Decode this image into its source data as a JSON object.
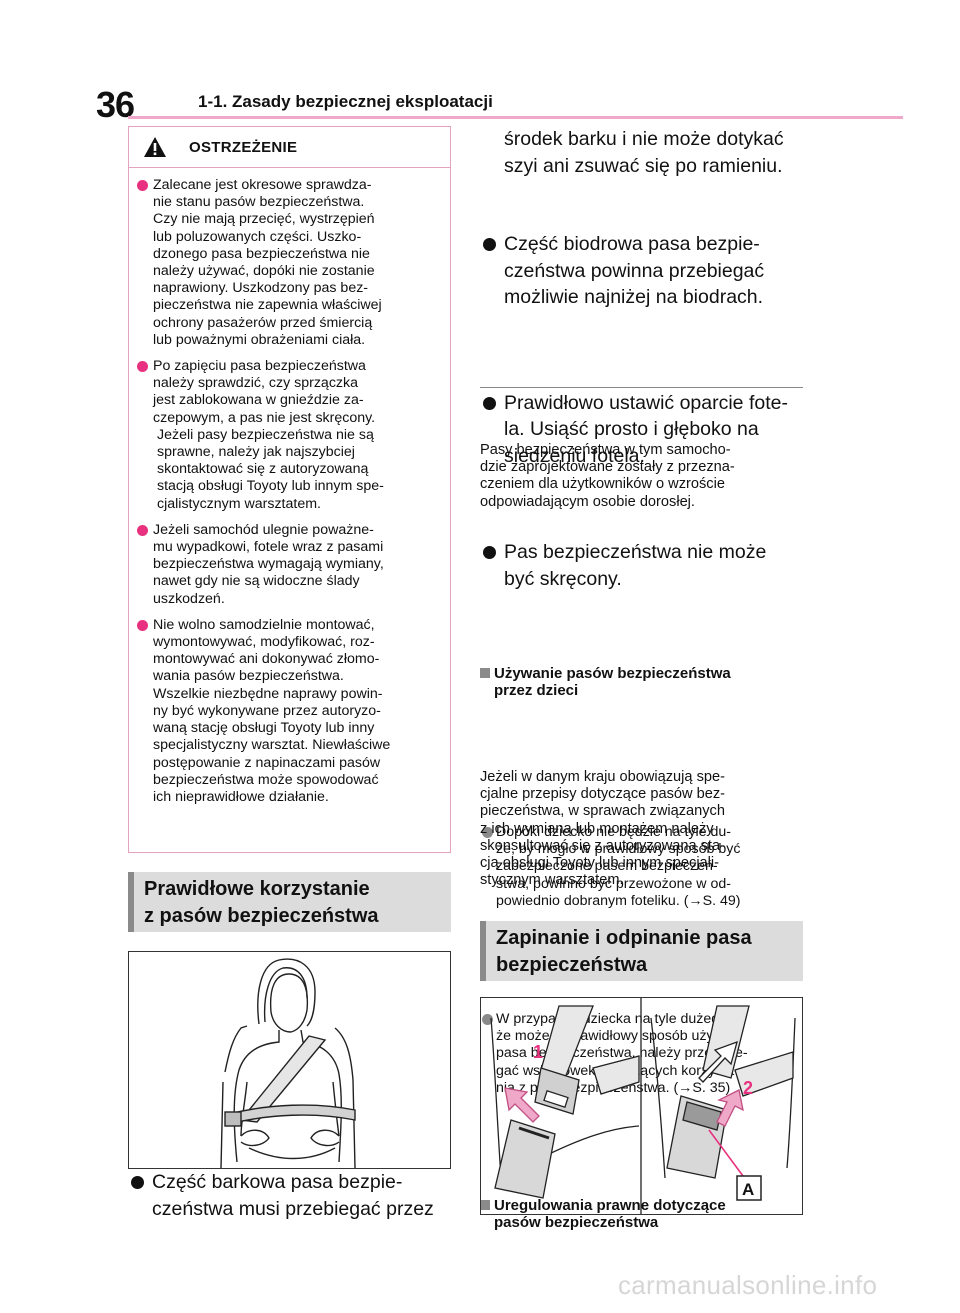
{
  "header": {
    "page_number": "36",
    "chapter_title": "1-1. Zasady bezpiecznej eksploatacji"
  },
  "warning": {
    "title": "OSTRZEŻENIE",
    "items": [
      {
        "lines": [
          "Zalecane jest okresowe sprawdza-",
          "nie stanu pasów bezpieczeństwa.",
          "Czy nie mają przecięć, wystrzępień",
          "lub poluzowanych części. Uszko-",
          "dzonego pasa bezpieczeństwa nie",
          "należy używać, dopóki nie zostanie",
          "naprawiony. Uszkodzony pas bez-",
          "pieczeństwa nie zapewnia właściwej",
          "ochrony pasażerów przed śmiercią",
          "lub poważnymi obrażeniami ciała."
        ]
      },
      {
        "lines": [
          "Po zapięciu pasa bezpieczeństwa",
          "należy sprawdzić, czy sprzączka",
          "jest zablokowana w gnieździe za-",
          "czepowym, a pas nie jest skręcony.",
          "Jeżeli pasy bezpieczeństwa nie są",
          "sprawne, należy jak najszybciej",
          "skontaktować się z autoryzowaną",
          "stacją obsługi Toyoty lub innym spe-",
          "cjalistycznym warsztatem."
        ]
      },
      {
        "lines": [
          "Jeżeli samochód ulegnie poważne-",
          "mu wypadkowi, fotele wraz z pasami",
          "bezpieczeństwa wymagają wymiany,",
          "nawet gdy nie są widoczne ślady",
          "uszkodzeń."
        ]
      },
      {
        "lines": [
          "Nie wolno samodzielnie montować,",
          "wymontowywać, modyfikować, roz-",
          "montowywać ani dokonywać złomo-",
          "wania pasów bezpieczeństwa.",
          "Wszelkie niezbędne naprawy powin-",
          "ny być wykonywane przez autoryzo-",
          "waną stację obsługi Toyoty lub inny",
          "specjalistyczny warsztat. Niewłaściwe",
          "postępowanie z napinaczami pasów",
          "bezpieczeństwa może spowodować",
          "ich nieprawidłowe działanie."
        ]
      }
    ]
  },
  "section_proper_use": {
    "title_line1": "Prawidłowe korzystanie",
    "title_line2": "z pasów bezpieczeństwa"
  },
  "proper_use_bullets": [
    {
      "lines": [
        "Część barkowa pasa bezpie-",
        "czeństwa musi przebiegać przez",
        "środek barku i nie może dotykać",
        "szyi ani zsuwać się po ramieniu."
      ]
    },
    {
      "lines": [
        "Część biodrowa pasa bezpie-",
        "czeństwa powinna przebiegać",
        "możliwie najniżej na biodrach."
      ]
    },
    {
      "lines": [
        "Prawidłowo ustawić oparcie fote-",
        "la. Usiąść prosto i głęboko na",
        "siedzeniu fotela."
      ]
    },
    {
      "lines": [
        "Pas bezpieczeństwa nie może",
        "być skręcony."
      ]
    }
  ],
  "children": {
    "heading_line1": "Używanie pasów bezpieczeństwa",
    "heading_line2": "przez dzieci",
    "paragraph_lines": [
      "Pasy bezpieczeństwa w tym samocho-",
      "dzie zaprojektowane zostały z przezna-",
      "czeniem dla użytkowników o wzroście",
      "odpowiadającym osobie dorosłej."
    ],
    "bullets": [
      {
        "lines": [
          "Dopóki dziecko nie będzie na tyle du-",
          "że, by mogło w prawidłowy sposób być",
          "zabezpieczone pasem bezpieczeń-",
          "stwa, powinno być przewożone w od-",
          "powiednio dobranym foteliku. (→S. 49)"
        ]
      },
      {
        "lines": [
          "W przypadku dziecka na tyle dużego,",
          "że może w prawidłowy sposób używać",
          "pasa bezpieczeństwa, należy przestrze-",
          "gać wskazówek dotyczących korzysta-",
          "nia z pasa bezpieczeństwa. (→S. 35)"
        ]
      }
    ]
  },
  "regulations": {
    "heading_line1": "Uregulowania prawne dotyczące",
    "heading_line2": "pasów bezpieczeństwa",
    "paragraph_lines": [
      "Jeżeli w danym kraju obowiązują spe-",
      "cjalne przepisy dotyczące pasów bez-",
      "pieczeństwa, w sprawach związanych",
      "z ich wymianą lub montażem należy",
      "skonsultować się z autoryzowaną sta-",
      "cją obsługi Toyoty lub innym specjali-",
      "stycznym warsztatem."
    ]
  },
  "section_fasten": {
    "title_line1": "Zapinanie i odpinanie pasa",
    "title_line2": "bezpieczeństwa"
  },
  "figure2_labels": {
    "step1": "1",
    "step2": "2",
    "callout": "A"
  },
  "colors": {
    "accent_pink": "#e8317f",
    "header_rule": "#f0a8c8",
    "section_bg": "#dcdcdc",
    "section_bar": "#8a8a8a"
  },
  "watermark": "carmanualsonline.info"
}
